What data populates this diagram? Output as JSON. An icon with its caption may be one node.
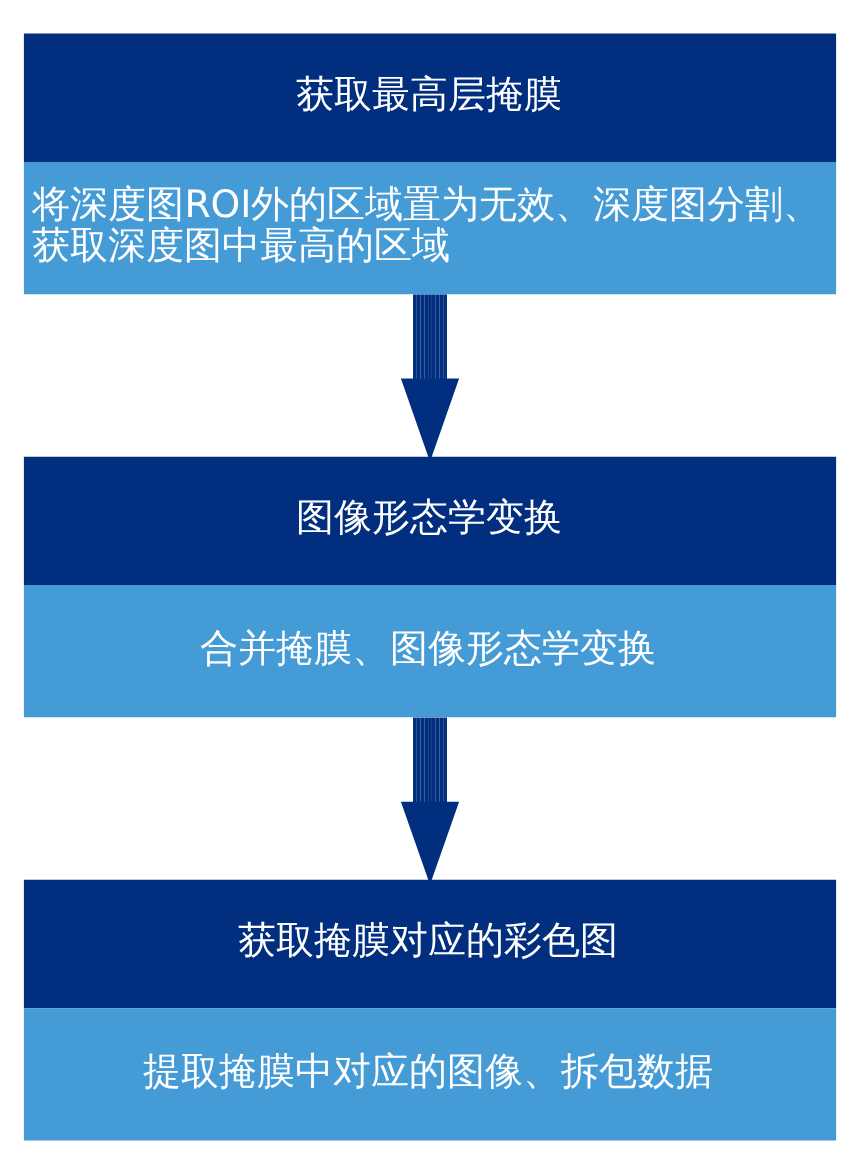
{
  "diagram": {
    "nodes": [
      {
        "text": [
          "获取最高层掩膜",
          "将深度图ROI外的区域置为无效、深度图分割、获取深度图中最高的区域"
        ]
      },
      {
        "text": [
          "图像形态学变换",
          "合并掩膜、图像形态学变换"
        ]
      },
      {
        "text": [
          "获取掩膜对应的彩色图",
          "提取掩膜中对应的图像、拆包数据"
        ]
      }
    ],
    "edges": [
      {
        "from": 0,
        "to": 1,
        "arrow": "to"
      },
      {
        "from": 1,
        "to": 2,
        "arrow": "to"
      }
    ]
  }
}
